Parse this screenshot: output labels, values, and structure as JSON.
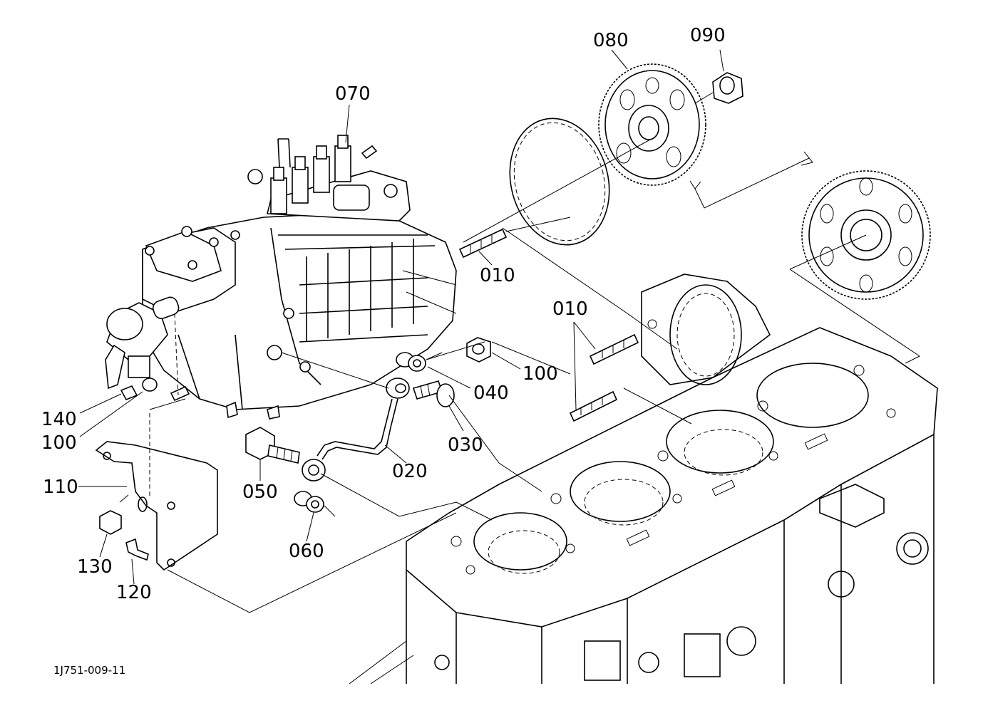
{
  "callouts": [
    {
      "id": "080",
      "text": "080"
    },
    {
      "id": "090",
      "text": "090"
    },
    {
      "id": "070",
      "text": "070"
    },
    {
      "id": "010a",
      "text": "010"
    },
    {
      "id": "010b",
      "text": "010"
    },
    {
      "id": "100a",
      "text": "100"
    },
    {
      "id": "040",
      "text": "040"
    },
    {
      "id": "030",
      "text": "030"
    },
    {
      "id": "020",
      "text": "020"
    },
    {
      "id": "050",
      "text": "050"
    },
    {
      "id": "060",
      "text": "060"
    },
    {
      "id": "140",
      "text": "140"
    },
    {
      "id": "100b",
      "text": "100"
    },
    {
      "id": "110",
      "text": "110"
    },
    {
      "id": "130",
      "text": "130"
    },
    {
      "id": "120",
      "text": "120"
    }
  ],
  "drawing_code": "1J751-009-11"
}
